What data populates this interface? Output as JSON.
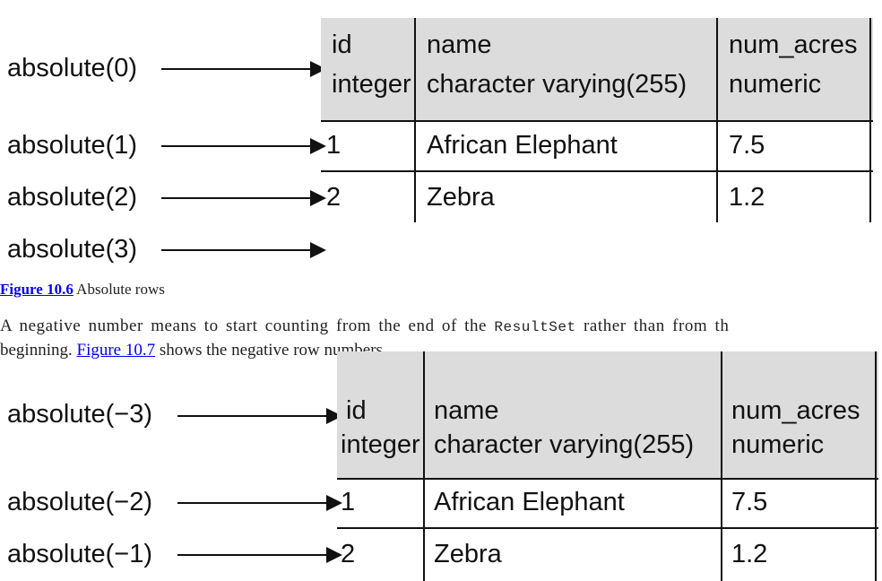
{
  "figure1": {
    "arrows": [
      "absolute(0)",
      "absolute(1)",
      "absolute(2)",
      "absolute(3)"
    ],
    "columns": [
      {
        "name": "id",
        "type": "integer"
      },
      {
        "name": "name",
        "type": "character varying(255)"
      },
      {
        "name": "num_acres",
        "type": "numeric"
      }
    ],
    "rows": [
      [
        "1",
        "African Elephant",
        "7.5"
      ],
      [
        "2",
        "Zebra",
        "1.2"
      ]
    ]
  },
  "caption": {
    "figure_ref": "Figure 10.6",
    "text": "Absolute rows"
  },
  "paragraph": {
    "part1": "A negative number means to start counting from the end of the",
    "code": "ResultSet",
    "part2": "rather than from th",
    "part3": "beginning.",
    "link": "Figure 10.7",
    "part4": "shows the negative row numbers."
  },
  "figure2": {
    "arrows": [
      "absolute(−3)",
      "absolute(−2)",
      "absolute(−1)"
    ],
    "columns": [
      {
        "name": "id",
        "type": "integer"
      },
      {
        "name": "name",
        "type": "character varying(255)"
      },
      {
        "name": "num_acres",
        "type": "numeric"
      }
    ],
    "rows": [
      [
        "1",
        "African Elephant",
        "7.5"
      ],
      [
        "2",
        "Zebra",
        "1.2"
      ]
    ]
  }
}
